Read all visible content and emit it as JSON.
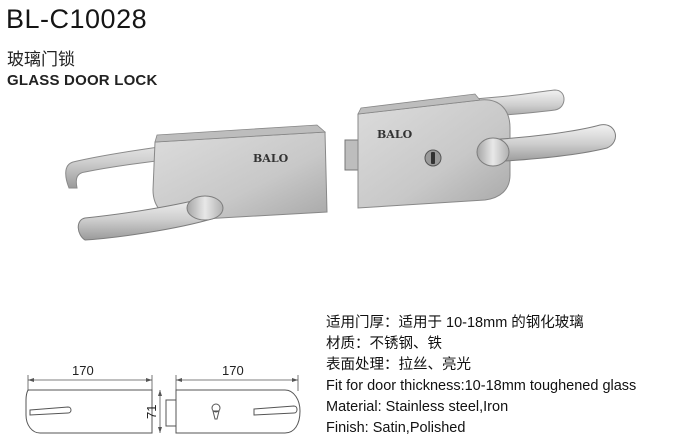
{
  "product": {
    "model": "BL-C10028",
    "name_cn": "玻璃门锁",
    "name_en": "GLASS DOOR LOCK"
  },
  "brand": {
    "logo_text_left": "BALO",
    "logo_text_right": "BALO"
  },
  "specs": {
    "cn_thickness": "适用门厚：适用于 10-18mm 的钢化玻璃",
    "cn_material": "材质：不锈钢、铁",
    "cn_finish": "表面处理：拉丝、亮光",
    "en_thickness": "Fit for door thickness:10-18mm toughened glass",
    "en_material": "Material: Stainless steel,Iron",
    "en_finish": "Finish: Satin,Polished"
  },
  "drawing": {
    "width_left": "170",
    "width_right": "170",
    "height": "71"
  },
  "colors": {
    "steel_light": "#e6e6e6",
    "steel_mid": "#b8b8b8",
    "steel_dark": "#8a8a8a",
    "line": "#555555"
  }
}
